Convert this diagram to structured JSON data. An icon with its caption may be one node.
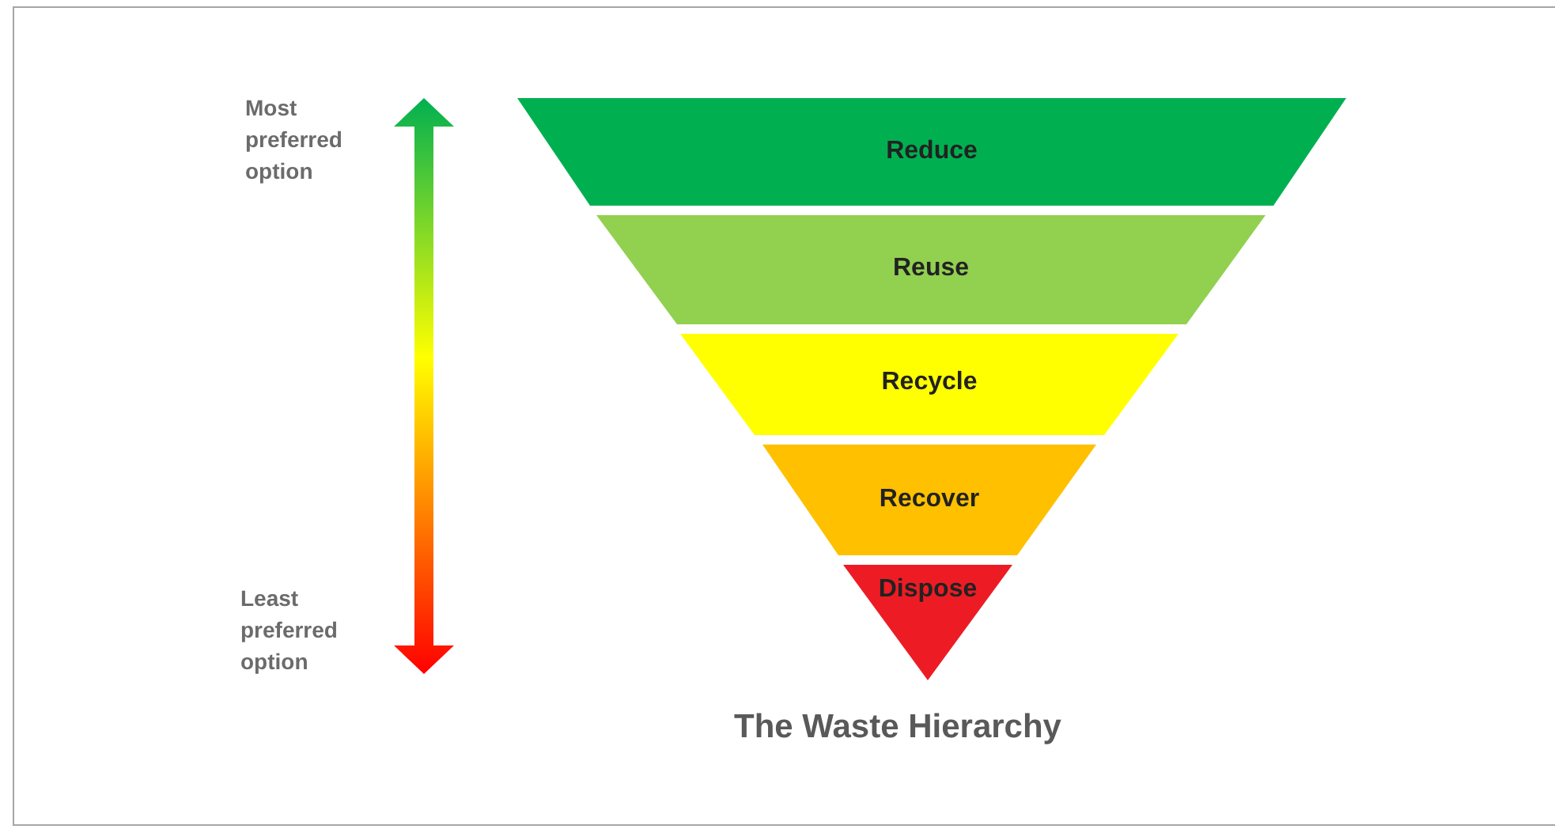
{
  "diagram": {
    "caption": "The Waste Hierarchy",
    "nodes": [
      {
        "text": [
          "Reduce"
        ]
      },
      {
        "text": [
          "Reuse"
        ]
      },
      {
        "text": [
          "Recycle"
        ]
      },
      {
        "text": [
          "Recover"
        ]
      },
      {
        "text": [
          "Dispose"
        ]
      }
    ],
    "labels": [
      "Most preferred option",
      "Least preferred option"
    ]
  }
}
